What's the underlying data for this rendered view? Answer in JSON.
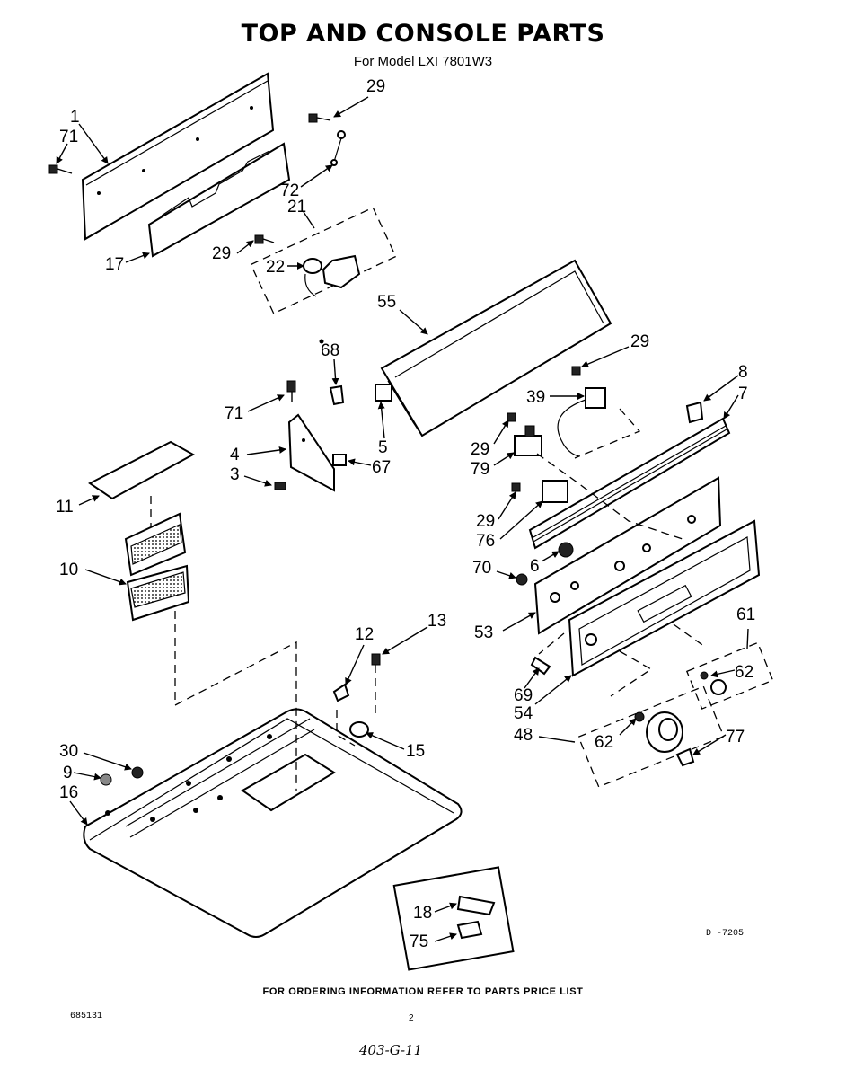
{
  "header": {
    "title": "TOP AND CONSOLE PARTS",
    "subtitle": "For Model LXI 7801W3"
  },
  "callouts": [
    "1",
    "71",
    "29",
    "72",
    "21",
    "22",
    "29",
    "17",
    "55",
    "68",
    "29",
    "8",
    "7",
    "39",
    "71",
    "4",
    "5",
    "67",
    "3",
    "29",
    "79",
    "11",
    "29",
    "76",
    "10",
    "70",
    "6",
    "53",
    "61",
    "62",
    "12",
    "13",
    "69",
    "54",
    "48",
    "62",
    "77",
    "30",
    "15",
    "9",
    "16",
    "18",
    "75"
  ],
  "drawing_number": "D -7205",
  "footer": {
    "ordering_note": "FOR ORDERING INFORMATION REFER TO PARTS PRICE LIST",
    "doc_number": "685131",
    "page_number": "2",
    "handwritten_note": "403-G-11"
  }
}
